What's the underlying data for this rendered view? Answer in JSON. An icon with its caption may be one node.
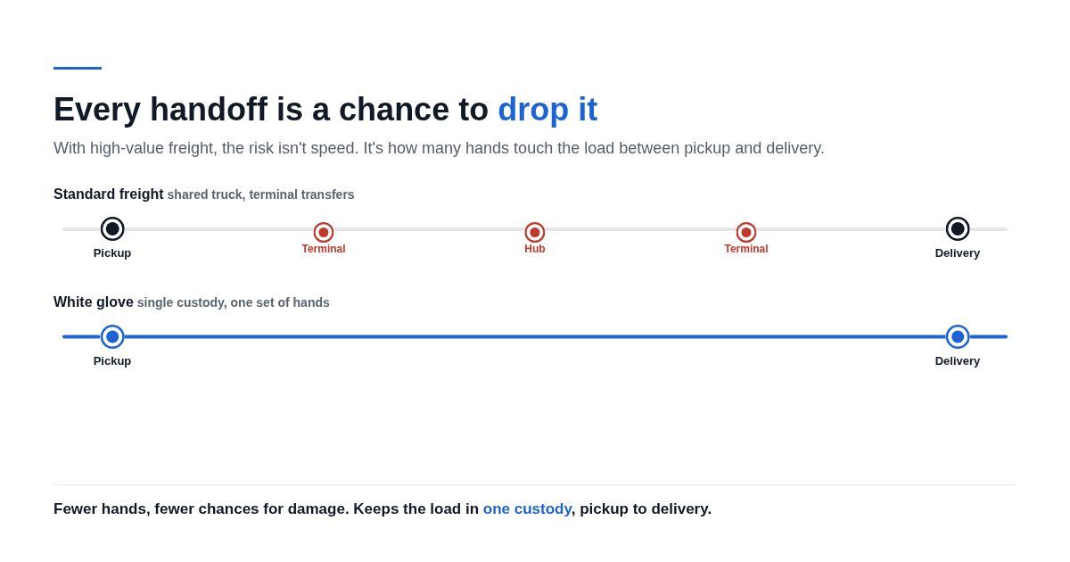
{
  "diagram": {
    "title": "Every handoff is a chance to **drop it**",
    "caption": "Fewer hands, fewer chances for damage. Keeps the load in **one custody**, pickup to delivery.",
    "nodes": [
      {
        "text": [
          "Pickup"
        ]
      },
      {
        "text": [
          "Terminal"
        ]
      },
      {
        "text": [
          "Hub"
        ]
      },
      {
        "text": [
          "Terminal"
        ]
      },
      {
        "text": [
          "Delivery"
        ]
      },
      {
        "text": [
          "Pickup"
        ]
      },
      {
        "text": [
          "Delivery"
        ]
      }
    ],
    "edges": [
      {
        "from": 0,
        "to": 1,
        "arrow": "none"
      },
      {
        "from": 1,
        "to": 2,
        "arrow": "none"
      },
      {
        "from": 2,
        "to": 3,
        "arrow": "none"
      },
      {
        "from": 3,
        "to": 4,
        "arrow": "none"
      },
      {
        "from": 5,
        "to": 6,
        "arrow": "none",
        "color": "#1d63d8"
      }
    ],
    "labels": [
      "With high-value freight, the risk isn't speed. It's how many hands touch the load between pickup and delivery.",
      "Standard freight",
      "shared truck, terminal transfers",
      "White glove",
      "single custody, one set of hands"
    ]
  }
}
